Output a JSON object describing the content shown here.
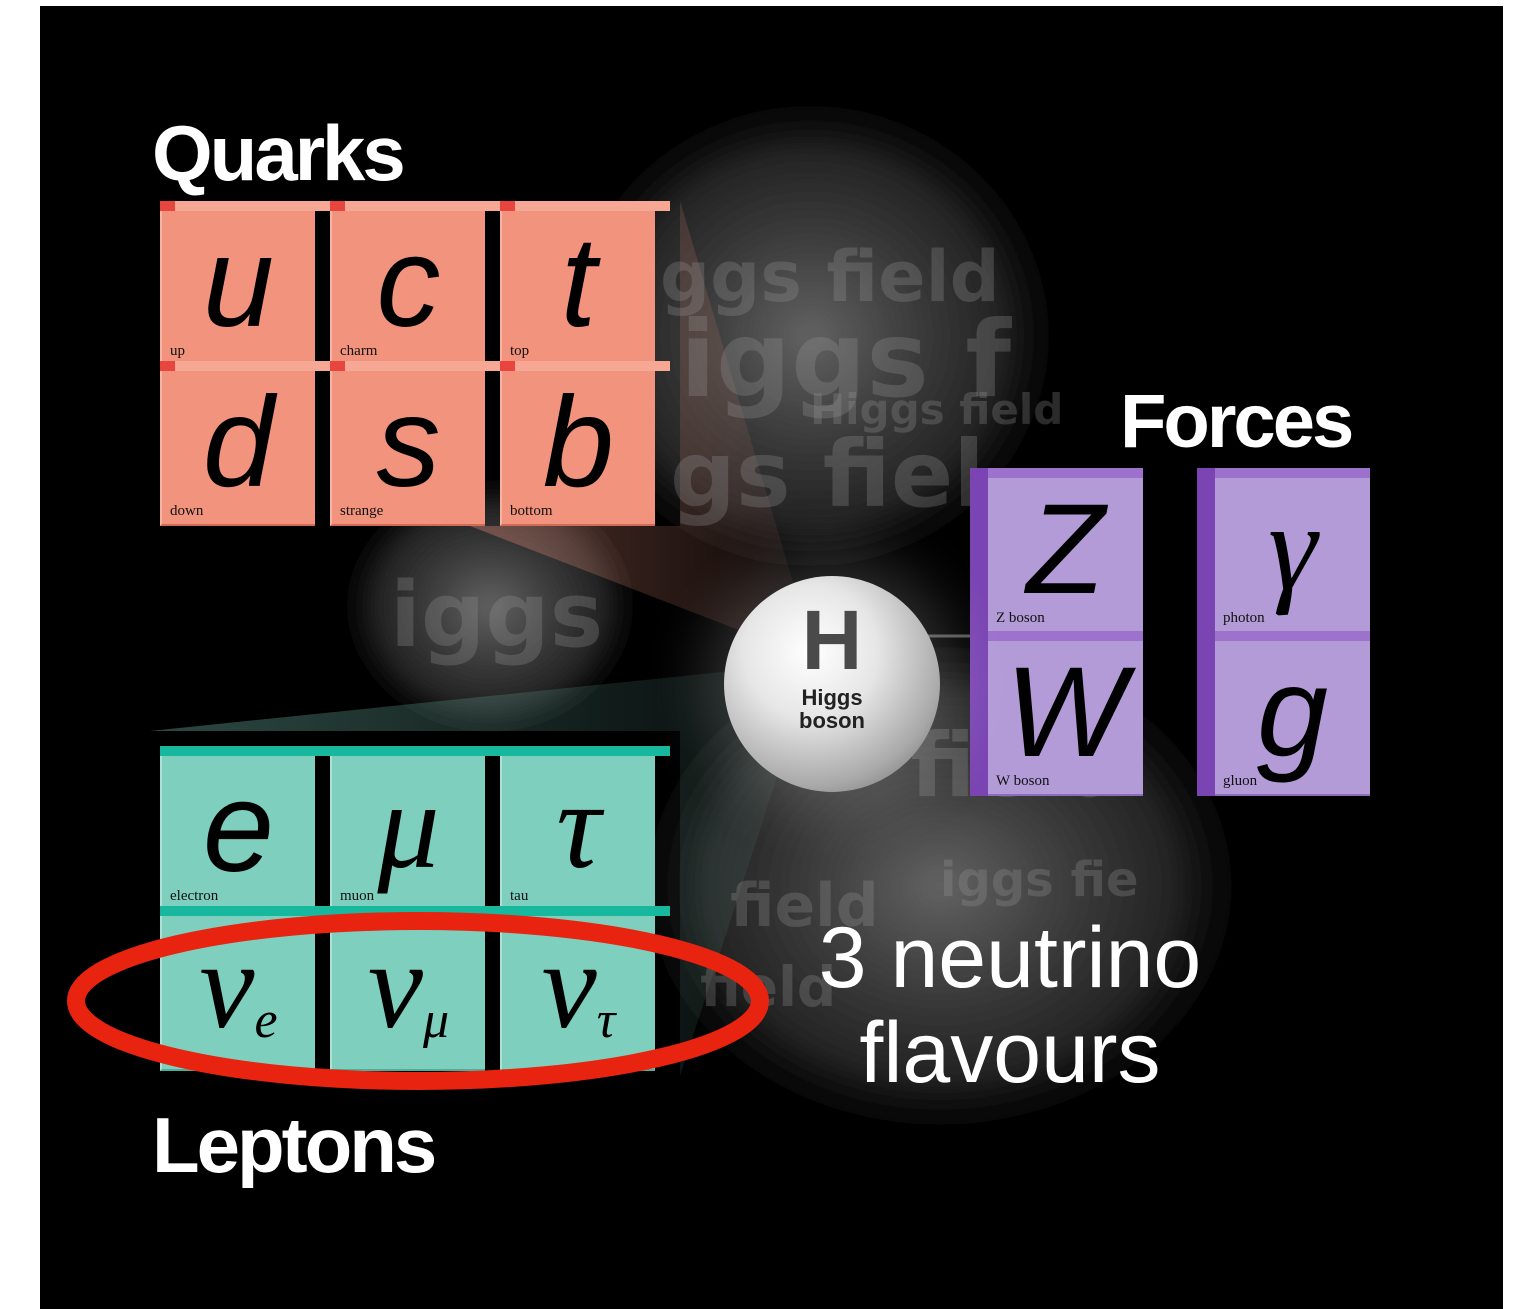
{
  "groups": {
    "quarks": {
      "title": "Quarks",
      "particles": [
        {
          "symbol": "u",
          "sub": "",
          "name": "up"
        },
        {
          "symbol": "c",
          "sub": "",
          "name": "charm"
        },
        {
          "symbol": "t",
          "sub": "",
          "name": "top"
        },
        {
          "symbol": "d",
          "sub": "",
          "name": "down"
        },
        {
          "symbol": "s",
          "sub": "",
          "name": "strange"
        },
        {
          "symbol": "b",
          "sub": "",
          "name": "bottom"
        }
      ]
    },
    "leptons": {
      "title": "Leptons",
      "particles": [
        {
          "symbol": "e",
          "sub": "",
          "name": "electron"
        },
        {
          "symbol": "μ",
          "sub": "",
          "name": "muon"
        },
        {
          "symbol": "τ",
          "sub": "",
          "name": "tau"
        },
        {
          "symbol": "ν",
          "sub": "e",
          "name": ""
        },
        {
          "symbol": "ν",
          "sub": "μ",
          "name": ""
        },
        {
          "symbol": "ν",
          "sub": "τ",
          "name": ""
        }
      ]
    },
    "forces": {
      "title": "Forces",
      "particles": [
        {
          "symbol": "Z",
          "sub": "",
          "name": "Z boson"
        },
        {
          "symbol": "γ",
          "sub": "",
          "name": "photon"
        },
        {
          "symbol": "W",
          "sub": "",
          "name": "W boson"
        },
        {
          "symbol": "g",
          "sub": "",
          "name": "gluon"
        }
      ]
    }
  },
  "higgs": {
    "symbol": "H",
    "label": "Higgs\nboson"
  },
  "background_text": [
    "ggs field",
    "iggs f",
    "Higgs field",
    "gs fiel",
    "iggs",
    "field",
    "field",
    "field",
    "iggs fie"
  ],
  "annotation": {
    "text": "3 neutrino\nflavours",
    "highlight_color": "#e8230f"
  },
  "colors": {
    "background": "#000000",
    "quark": "#f2937d",
    "lepton": "#7ecfbe",
    "force": "#b39bd8"
  }
}
